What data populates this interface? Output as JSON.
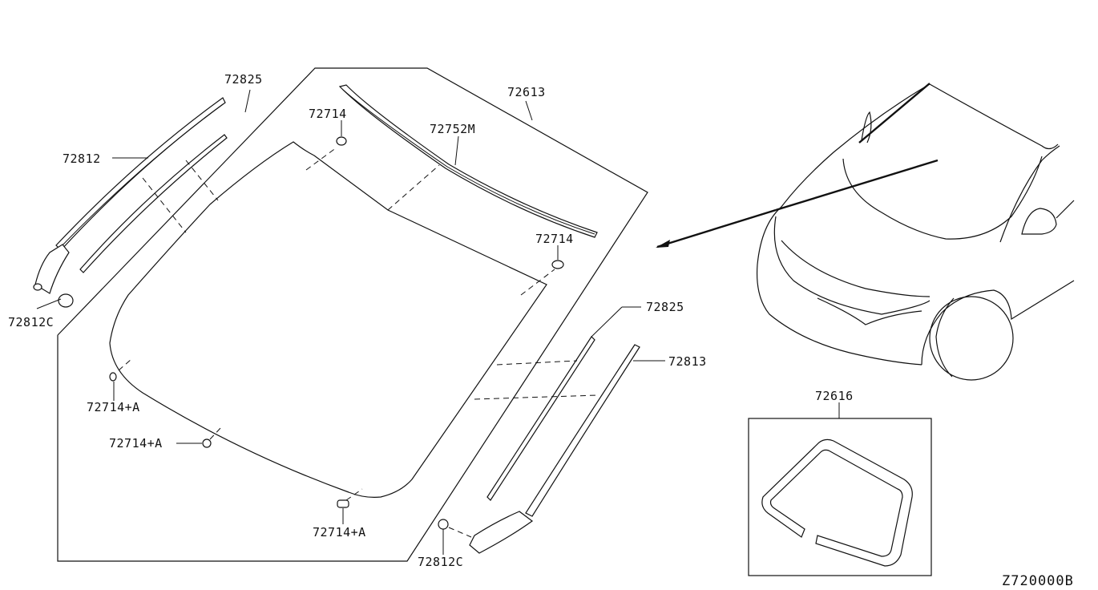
{
  "diagram": {
    "code": "Z720000B",
    "labels": {
      "p72825_top": "72825",
      "p72812": "72812",
      "p72812C_left": "72812C",
      "p72714_top": "72714",
      "p72752M": "72752M",
      "p72613": "72613",
      "p72714_right": "72714",
      "p72825_right": "72825",
      "p72813": "72813",
      "p72714A_1": "72714+A",
      "p72714A_2": "72714+A",
      "p72714A_3": "72714+A",
      "p72812C_bottom": "72812C",
      "p72616": "72616"
    }
  }
}
